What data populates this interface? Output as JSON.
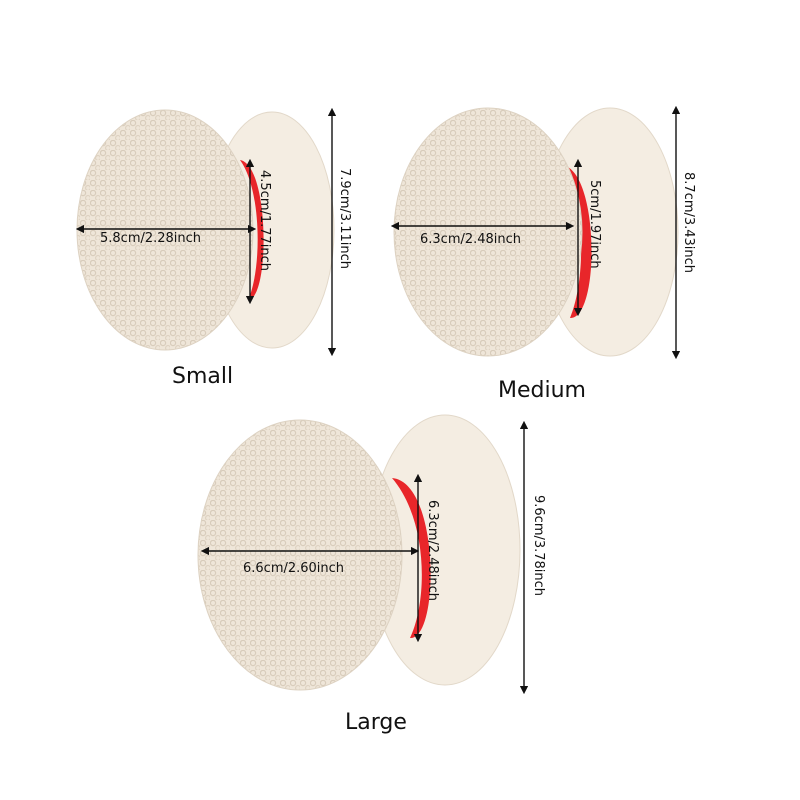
{
  "products": [
    {
      "size": "Small",
      "width_label": "5.8cm/2.28inch",
      "inner_label": "4.5cm/1.77inch",
      "height_label": "7.9cm/3.11inch"
    },
    {
      "size": "Medium",
      "width_label": "6.3cm/2.48inch",
      "inner_label": "5cm/1.97inch",
      "height_label": "8.7cm/3.43inch"
    },
    {
      "size": "Large",
      "width_label": "6.6cm/2.60inch",
      "inner_label": "6.3cm/2.48inch",
      "height_label": "9.6cm/3.78inch"
    }
  ],
  "colors": {
    "fleece": "#efe6d9",
    "fleece_shadow": "#d9cdbd",
    "fleece_back": "#f4ede2",
    "lining": "#e8262a",
    "arrow": "#111111"
  }
}
